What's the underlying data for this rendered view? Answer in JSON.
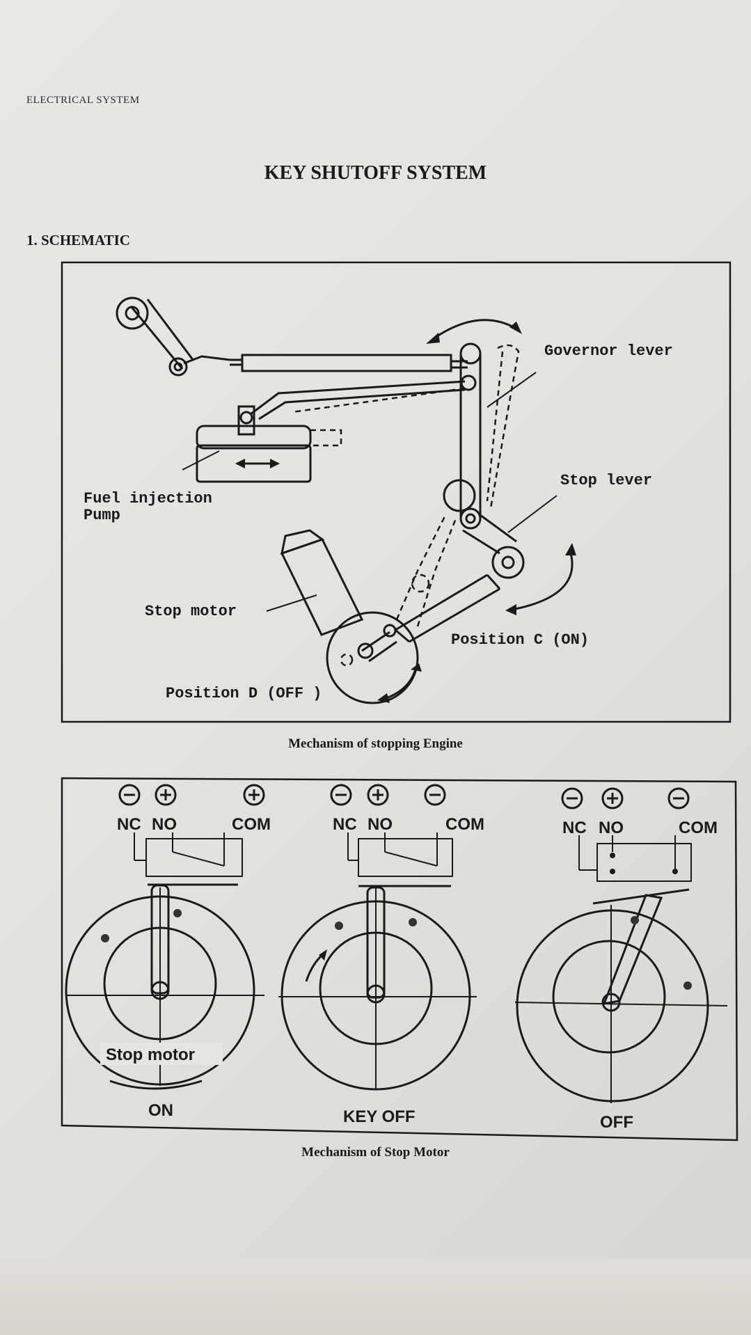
{
  "header": "ELECTRICAL SYSTEM",
  "title": "KEY SHUTOFF SYSTEM",
  "section": "1. SCHEMATIC",
  "figure1": {
    "labels": {
      "governor_lever": "Governor lever",
      "fuel_injection_line1": "Fuel injection",
      "fuel_injection_line2": "Pump",
      "stop_lever": "Stop lever",
      "stop_motor": "Stop motor",
      "position_c": "Position C (ON)",
      "position_d": "Position D (OFF )"
    },
    "caption": "Mechanism of stopping Engine"
  },
  "figure2": {
    "panels": [
      {
        "nc": "NC",
        "no": "NO",
        "com": "COM",
        "state": "ON",
        "motor_label": "Stop motor"
      },
      {
        "nc": "NC",
        "no": "NO",
        "com": "COM",
        "state": "KEY OFF"
      },
      {
        "nc": "NC",
        "no": "NO",
        "com": "COM",
        "state": "OFF"
      }
    ],
    "caption": "Mechanism of Stop Motor"
  }
}
